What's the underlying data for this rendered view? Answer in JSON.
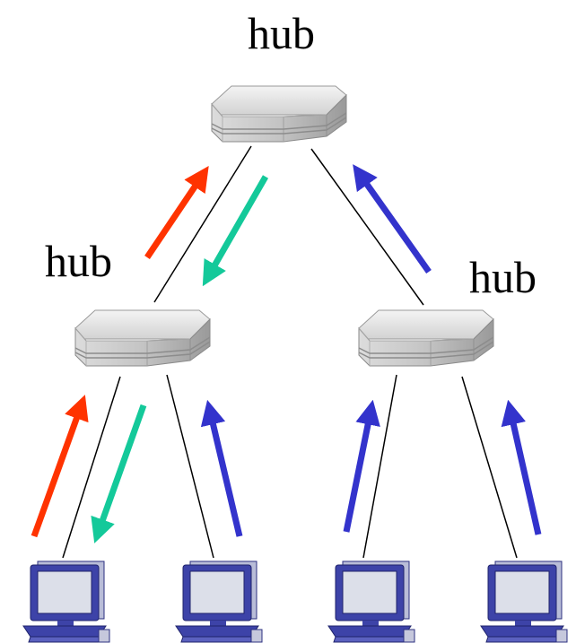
{
  "labels": {
    "top_hub": "hub",
    "left_hub": "hub",
    "right_hub": "hub"
  },
  "colors": {
    "upstream_arrow": "#ff3300",
    "downstream_arrow": "#14c99a",
    "broadcast_arrow": "#3333cc",
    "link_line": "#000000",
    "hub_body": "#cfcfcf",
    "monitor_frame": "#3a3fa0",
    "screen": "#d9dce6"
  },
  "icons": {
    "hub": "hub-icon",
    "computer": "computer-icon"
  }
}
